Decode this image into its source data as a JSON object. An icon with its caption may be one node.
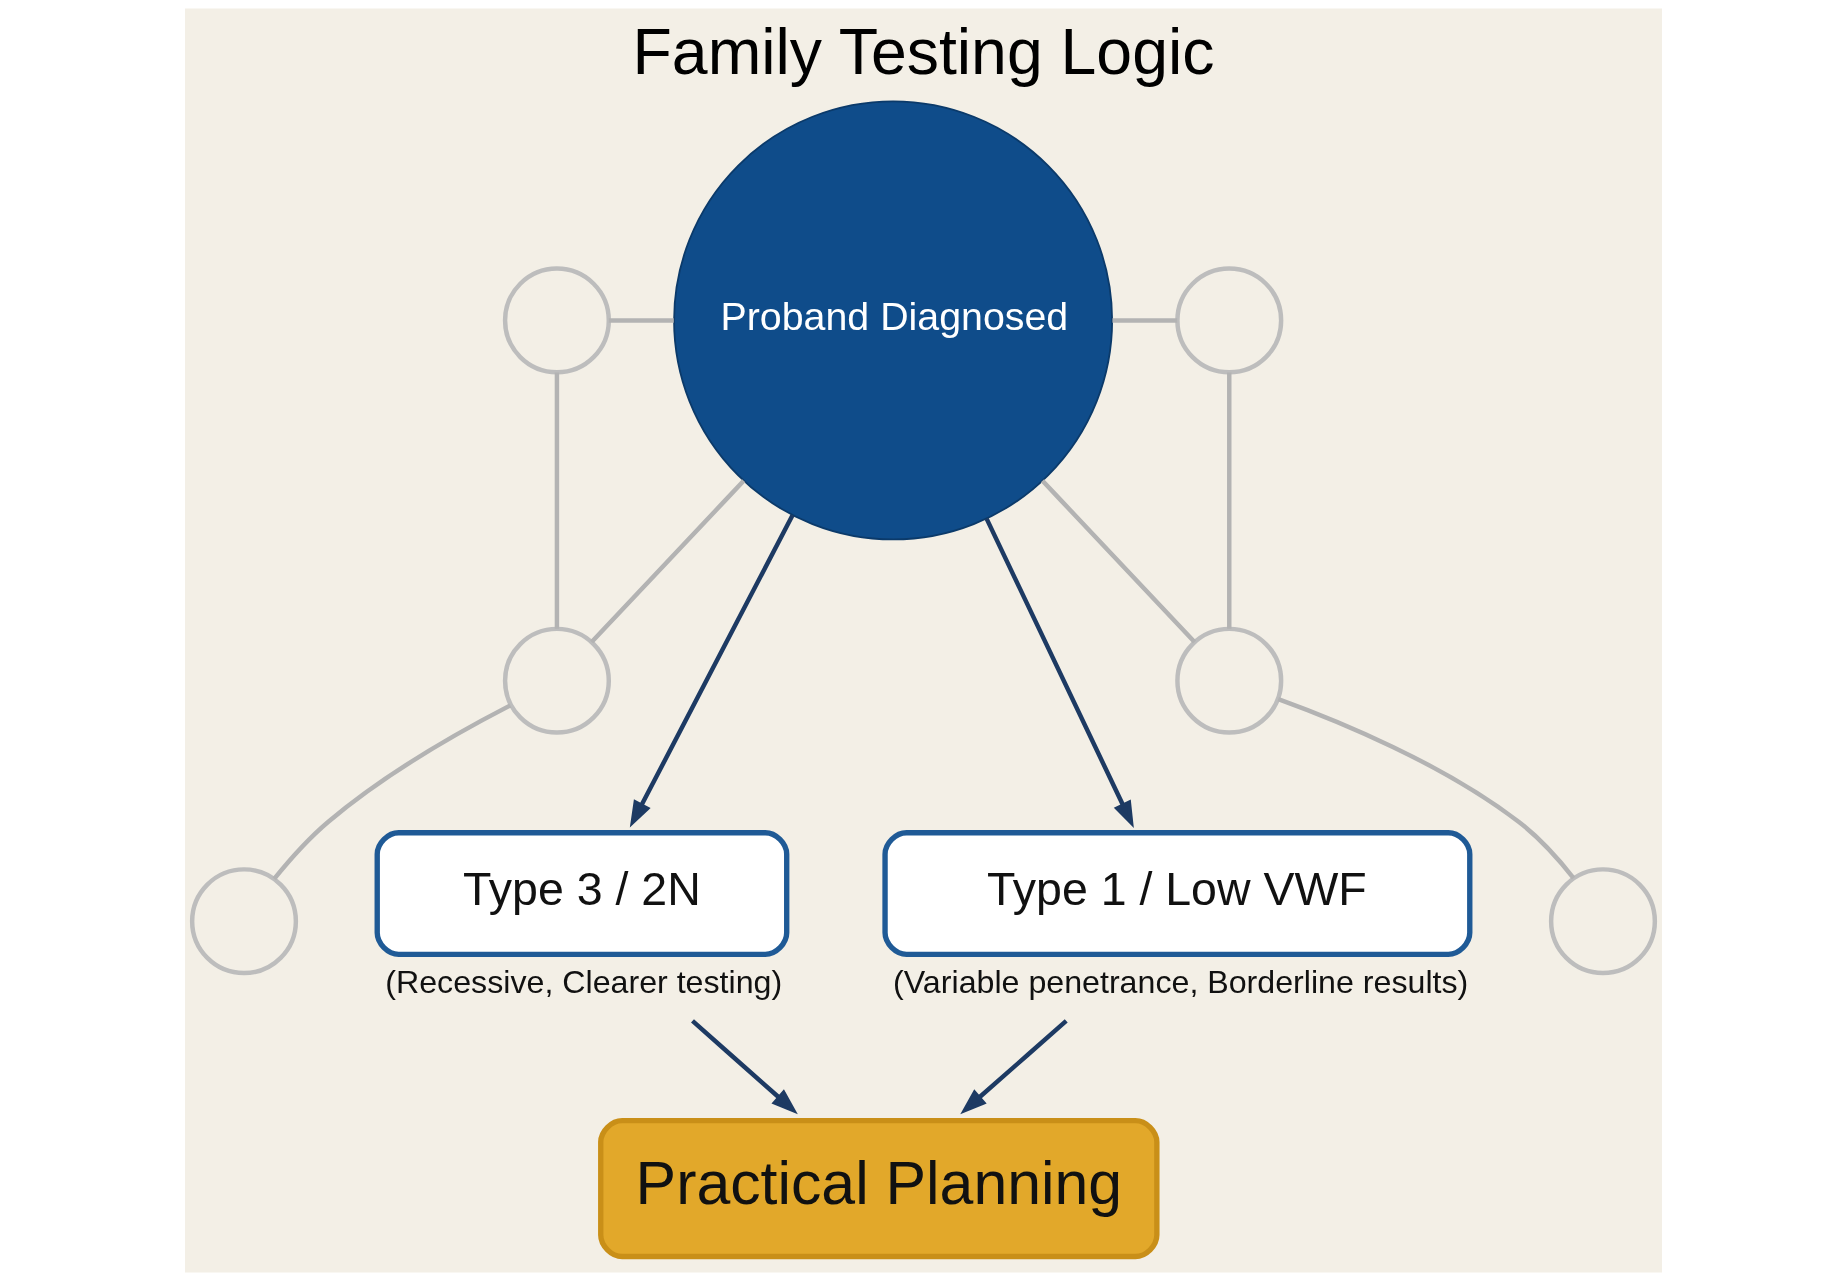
{
  "diagram": {
    "title": "Family Testing Logic",
    "nodes": [
      {
        "text": [
          "Proband Diagnosed"
        ]
      },
      {
        "text": [],
        "shape": "circle"
      },
      {
        "text": [],
        "shape": "circle"
      },
      {
        "text": [],
        "shape": "circle"
      },
      {
        "text": [],
        "shape": "circle"
      },
      {
        "text": [],
        "shape": "circle"
      },
      {
        "text": [],
        "shape": "circle"
      },
      {
        "text": [
          "Type 3 / 2N"
        ],
        "beside": [
          "(Recessive, Clearer testing)"
        ]
      },
      {
        "text": [
          "Type 1 / Low VWF"
        ],
        "beside": [
          "(Variable penetrance, Borderline results)"
        ]
      },
      {
        "text": [
          "Practical Planning"
        ]
      }
    ],
    "edges": [
      {
        "from": 1,
        "to": 0,
        "arrow": "none"
      },
      {
        "from": 1,
        "to": 3,
        "arrow": "none"
      },
      {
        "from": 0,
        "to": 3,
        "arrow": "none"
      },
      {
        "from": 0,
        "to": 2,
        "arrow": "none"
      },
      {
        "from": 0,
        "to": 4,
        "arrow": "none"
      },
      {
        "from": 2,
        "to": 4,
        "arrow": "none"
      },
      {
        "from": 3,
        "to": 5,
        "arrow": "none"
      },
      {
        "from": 4,
        "to": 6,
        "arrow": "none"
      },
      {
        "from": 0,
        "to": 7,
        "arrow": "to",
        "color": "#1d3a63"
      },
      {
        "from": 0,
        "to": 8,
        "arrow": "to",
        "color": "#1d3a63"
      },
      {
        "from": 7,
        "to": 9,
        "arrow": "to",
        "color": "#1d3a63"
      },
      {
        "from": 8,
        "to": 9,
        "arrow": "to",
        "color": "#1d3a63"
      }
    ]
  }
}
